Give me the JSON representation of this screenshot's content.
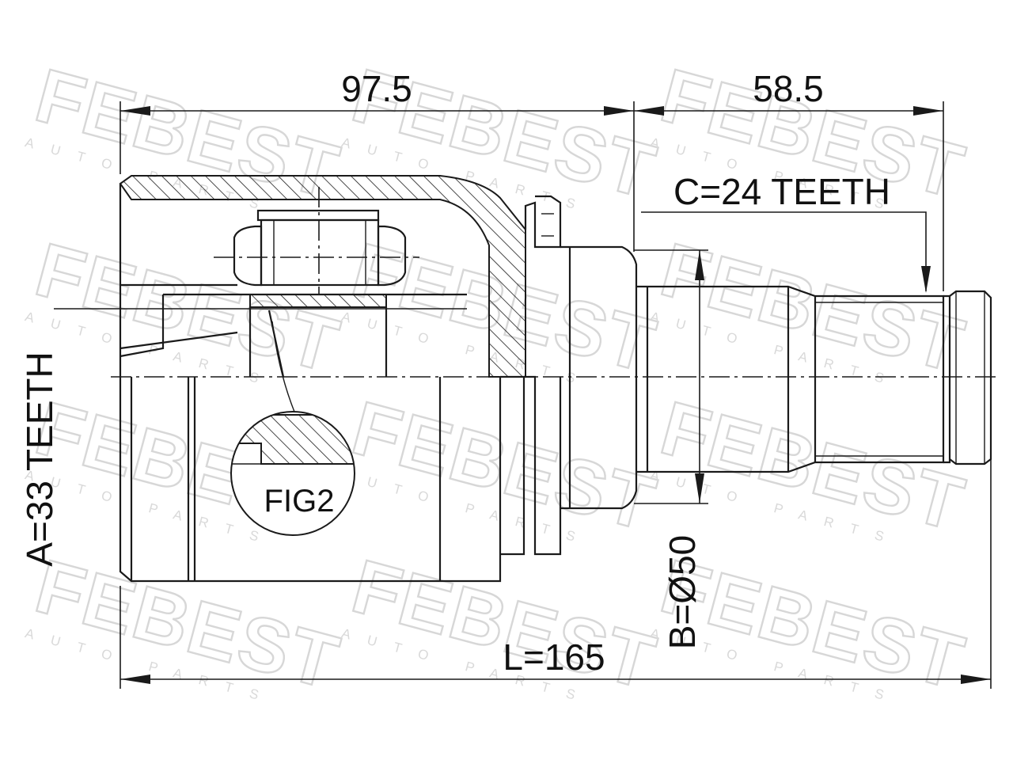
{
  "watermark": {
    "brand": "FEBEST",
    "tagline": "AUTO PARTS"
  },
  "dimensions": {
    "inner_length": "97.5",
    "shaft_length": "58.5",
    "total_length": "L=165",
    "outer_spline": "C=24 TEETH",
    "inner_spline": "A=33 TEETH",
    "seal_diameter": "B=Ø50"
  },
  "detail": {
    "label": "FIG2"
  }
}
